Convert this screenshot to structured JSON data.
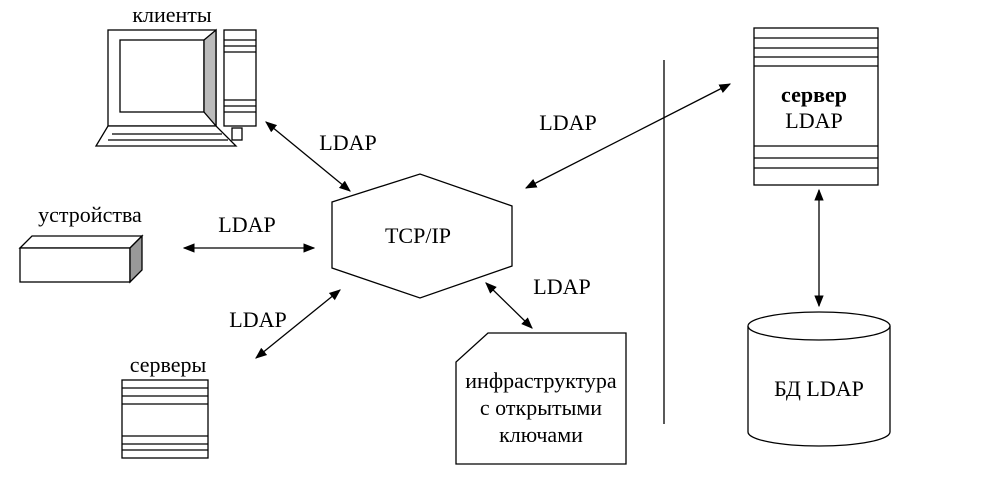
{
  "labels": {
    "clients": "клиенты",
    "devices": "устройства",
    "servers": "серверы",
    "tcpip": "TCP/IP",
    "server_bold": "сервер",
    "server_ldap": "LDAP",
    "pki_line1": "инфраструктура",
    "pki_line2": "с открытыми",
    "pki_line3": "ключами",
    "db": "БД LDAP"
  },
  "edges": {
    "clients": "LDAP",
    "devices": "LDAP",
    "servers": "LDAP",
    "pki": "LDAP",
    "server": "LDAP"
  }
}
